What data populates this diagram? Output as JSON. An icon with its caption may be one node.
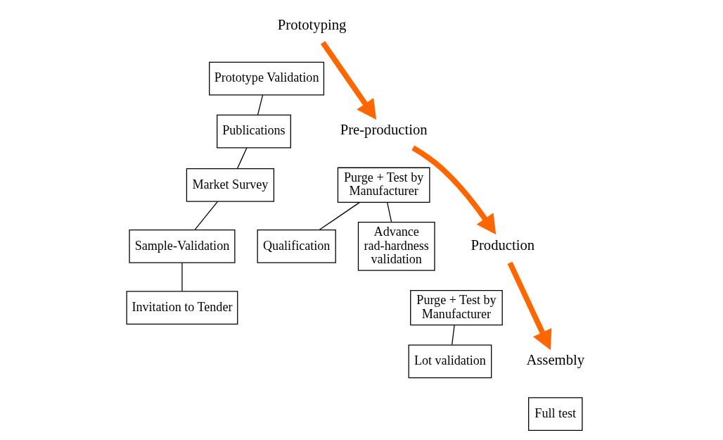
{
  "diagram": {
    "nodes": [
      {
        "text": [
          "Prototyping"
        ]
      },
      {
        "text": [
          "Prototype Validation"
        ]
      },
      {
        "text": [
          "Publications"
        ]
      },
      {
        "text": [
          "Market Survey"
        ]
      },
      {
        "text": [
          "Sample-Validation"
        ]
      },
      {
        "text": [
          "Invitation to Tender"
        ]
      },
      {
        "text": [
          "Pre-production"
        ]
      },
      {
        "text": [
          "Purge + Test by Manufacturer"
        ]
      },
      {
        "text": [
          "Qualification"
        ]
      },
      {
        "text": [
          "Advance rad-hardness validation"
        ]
      },
      {
        "text": [
          "Production"
        ]
      },
      {
        "text": [
          "Purge + Test by Manufacturer"
        ]
      },
      {
        "text": [
          "Lot validation"
        ]
      },
      {
        "text": [
          "Assembly"
        ]
      },
      {
        "text": [
          "Full test"
        ]
      }
    ],
    "edges": [
      {
        "from": 0,
        "to": 6,
        "arrow": "to",
        "style": "thick",
        "color": "#ff6600"
      },
      {
        "from": 1,
        "to": 2,
        "arrow": "none"
      },
      {
        "from": 2,
        "to": 3,
        "arrow": "none"
      },
      {
        "from": 3,
        "to": 4,
        "arrow": "none"
      },
      {
        "from": 4,
        "to": 5,
        "arrow": "none"
      },
      {
        "from": 6,
        "to": 10,
        "arrow": "to",
        "style": "thick",
        "color": "#ff6600"
      },
      {
        "from": 7,
        "to": 8,
        "arrow": "none"
      },
      {
        "from": 7,
        "to": 9,
        "arrow": "none"
      },
      {
        "from": 10,
        "to": 13,
        "arrow": "to",
        "style": "thick",
        "color": "#ff6600"
      },
      {
        "from": 11,
        "to": 12,
        "arrow": "none"
      }
    ]
  }
}
